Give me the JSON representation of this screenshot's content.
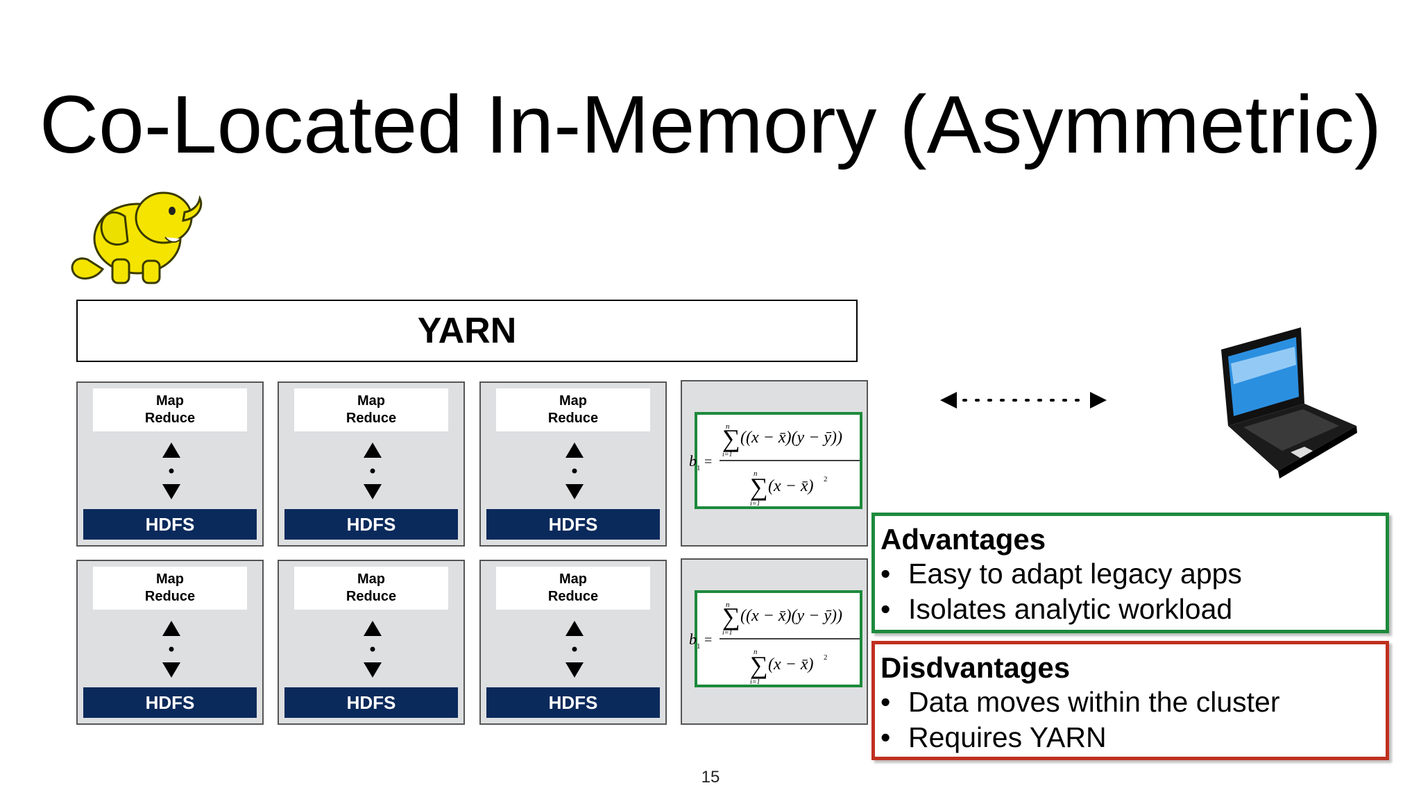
{
  "slide": {
    "title": "Co-Located In-Memory (Asymmetric)",
    "page_number": "15"
  },
  "yarn": {
    "label": "YARN"
  },
  "nodes": {
    "map_line1": "Map",
    "map_line2": "Reduce",
    "hdfs_label": "HDFS",
    "rows": 2,
    "columns": 3
  },
  "formula": {
    "lhs": "b",
    "lhs_sub": "1",
    "equals": "=",
    "sum_upper": "n",
    "sum_lower": "i=1",
    "numerator": "((x − x̄)(y − ȳ))",
    "denominator": "(x − x̄)",
    "sub_i": "i",
    "exponent": "2"
  },
  "advantages": {
    "heading": "Advantages",
    "items": [
      "Easy to adapt legacy apps",
      "Isolates analytic workload"
    ]
  },
  "disadvantages": {
    "heading": "Disdvantages",
    "items": [
      "Data moves within the cluster",
      "Requires YARN"
    ]
  },
  "colors": {
    "hdfs_bar": "#0b2a5c",
    "advantages_border": "#1d8a3c",
    "disadvantages_border": "#c0301f",
    "formula_border": "#1d8a3c",
    "node_bg": "#dedfe1"
  },
  "icons": {
    "logo": "hadoop-elephant-icon",
    "client": "laptop-icon",
    "connection": "double-arrow-dotted-icon"
  }
}
